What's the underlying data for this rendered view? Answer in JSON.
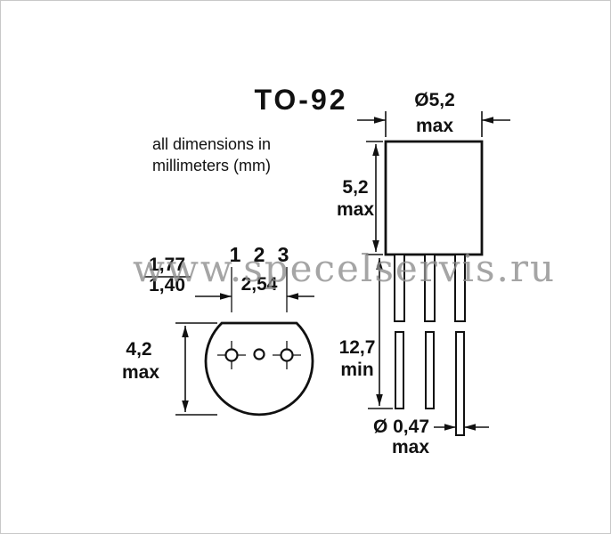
{
  "page": {
    "background": "#ffffff",
    "border_color": "#c8c8c8",
    "line_color": "#111111",
    "watermark_color": "#8f8f8f"
  },
  "title": "TO-92",
  "note": {
    "line1": "all dimensions in",
    "line2": "millimeters (mm)"
  },
  "watermark": "www.specelservis.ru",
  "bottom_view": {
    "pin_labels": [
      "1",
      "2",
      "3"
    ],
    "pin_spacing": {
      "value": "2,54"
    },
    "lead_flat_width": {
      "max": "1,77",
      "min": "1,40"
    },
    "body_depth": {
      "value": "4,2",
      "qualifier": "max"
    }
  },
  "side_view": {
    "body_diameter": {
      "value": "Ø5,2",
      "qualifier": "max"
    },
    "body_height": {
      "value": "5,2",
      "qualifier": "max"
    },
    "lead_length": {
      "value": "12,7",
      "qualifier": "min"
    },
    "lead_diameter": {
      "value": "Ø 0,47",
      "qualifier": "max"
    }
  }
}
